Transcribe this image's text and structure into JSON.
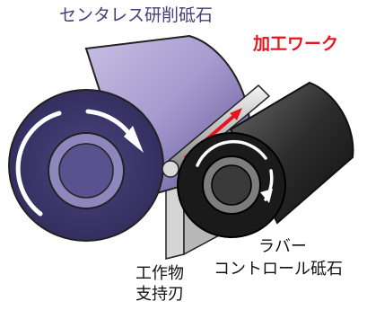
{
  "labels": {
    "grinding_wheel": "センタレス研削砥石",
    "workpiece": "加工ワーク",
    "control_wheel_line1": "ラバー",
    "control_wheel_line2": "コントロール砥石",
    "support_blade_line1": "工作物",
    "support_blade_line2": "支持刃"
  },
  "colors": {
    "grinding_wheel": "#8a7fb6",
    "grinding_wheel_face": "#3f3a6e",
    "control_wheel": "#2b2b2b",
    "workpiece_arrow": "#e8141d",
    "rotation_arrow": "#ffffff"
  }
}
